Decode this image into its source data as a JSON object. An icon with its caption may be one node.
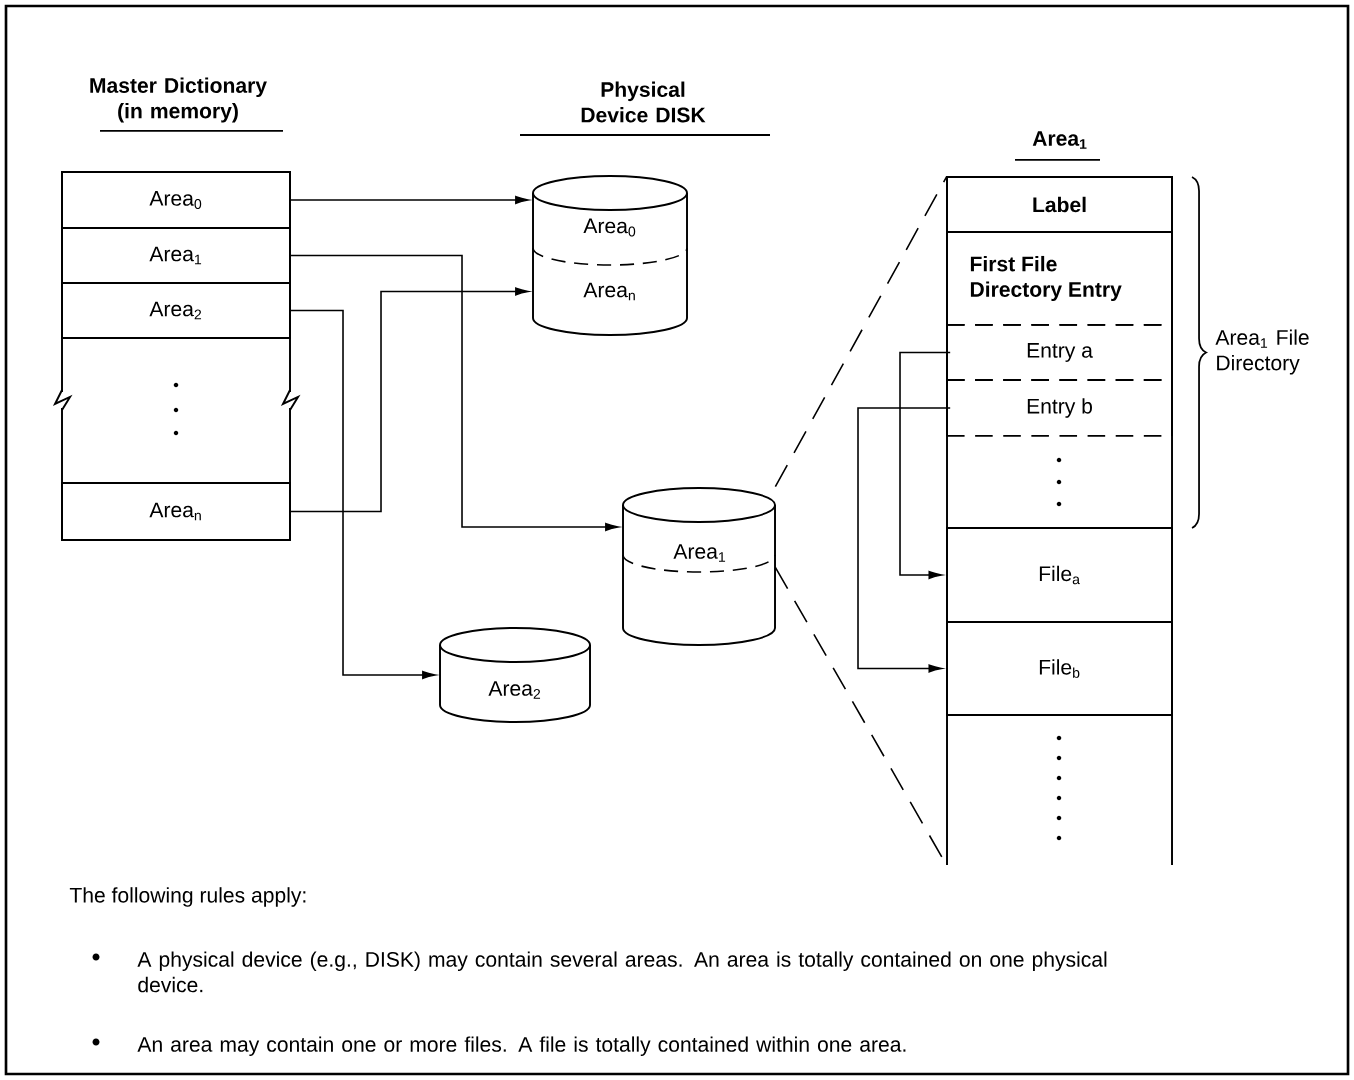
{
  "diagram": {
    "nodes": [
      {
        "text": [
          "Master Dictionary (in memory)"
        ]
      },
      {
        "text": [
          "Area$_{0}$"
        ],
        "in": 0
      },
      {
        "text": [
          "Area$_{1}$"
        ],
        "in": 0
      },
      {
        "text": [
          "Area$_{2}$"
        ],
        "in": 0
      },
      {
        "text": [
          "Area$_{n}$"
        ],
        "in": 0
      },
      {
        "text": [
          "Physical Device DISK"
        ]
      },
      {
        "text": [
          "Area$_{0}$"
        ],
        "in": 5
      },
      {
        "text": [
          "Area$_{n}$"
        ],
        "in": 5
      },
      {
        "text": [
          "Area$_{1}$"
        ]
      },
      {
        "text": [
          "Area$_{2}$"
        ]
      },
      {
        "text": [
          "Area$_{1}$"
        ],
        "beside": [
          "Area$_{1}$ File Directory"
        ]
      },
      {
        "text": [
          "Label"
        ],
        "in": 10
      },
      {
        "text": [
          "First File Directory Entry"
        ],
        "in": 10
      },
      {
        "text": [
          "Entry a"
        ],
        "in": 10
      },
      {
        "text": [
          "Entry b"
        ],
        "in": 10
      },
      {
        "text": [
          "File$_{a}$"
        ],
        "in": 10
      },
      {
        "text": [
          "File$_{b}$"
        ],
        "in": 10
      }
    ],
    "edges": [
      {
        "from": 1,
        "to": 6,
        "arrow": "to"
      },
      {
        "from": 2,
        "to": 8,
        "arrow": "to"
      },
      {
        "from": 3,
        "to": 9,
        "arrow": "to"
      },
      {
        "from": 4,
        "to": 7,
        "arrow": "to"
      },
      {
        "from": 8,
        "to": 10,
        "arrow": "none",
        "style": "dashed"
      },
      {
        "from": 8,
        "to": 10,
        "arrow": "none",
        "style": "dashed"
      },
      {
        "from": 13,
        "to": 15,
        "arrow": "to"
      },
      {
        "from": 14,
        "to": 16,
        "arrow": "to"
      }
    ],
    "labels": [
      "The following rules apply:",
      "A physical device (e.g., DISK) may contain several areas. An area is totally contained on one physical device.",
      "An area may contain one or more files. A file is totally contained within one area."
    ]
  }
}
